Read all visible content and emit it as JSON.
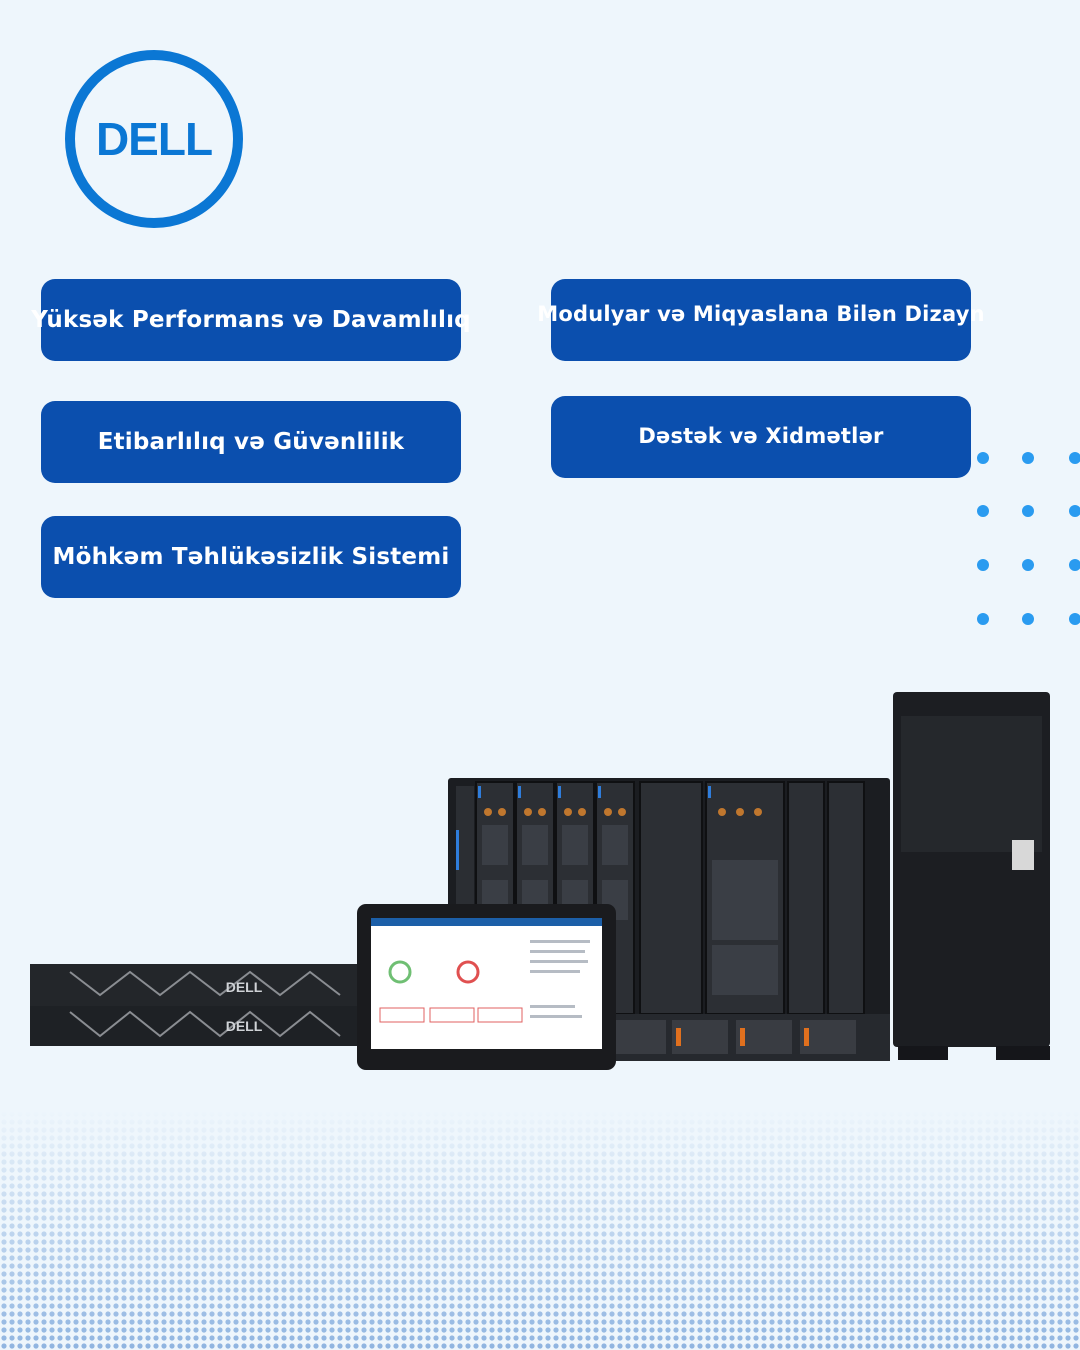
{
  "brand": {
    "logo_text": "DELL",
    "accent": "#0b77d4",
    "pill_color": "#0b4fae"
  },
  "features_left": [
    "Yüksək Performans və Davamlılıq",
    "Etibarlılıq və Güvənlilik",
    "Möhkəm Təhlükəsizlik Sistemi"
  ],
  "features_right": [
    "Modulyar və Miqyaslana Bilən Dizayn",
    "Dəstək və Xidmətlər"
  ]
}
